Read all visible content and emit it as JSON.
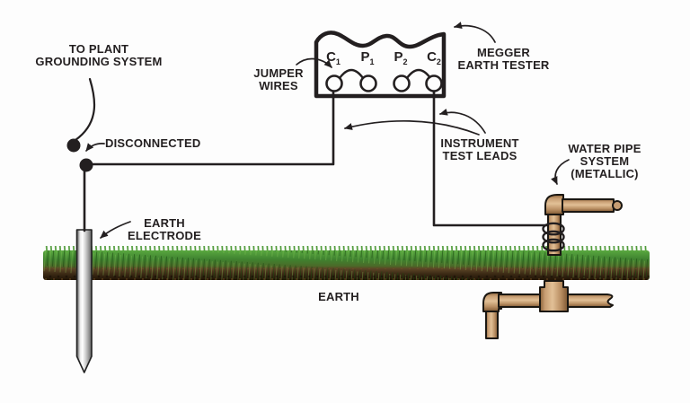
{
  "diagram": {
    "labels": {
      "plant_grounding": "TO PLANT\nGROUNDING SYSTEM",
      "disconnected": "DISCONNECTED",
      "jumper_wires": "JUMPER\nWIRES",
      "megger_tester": "MEGGER\nEARTH TESTER",
      "instrument_leads": "INSTRUMENT\nTEST LEADS",
      "water_pipe": "WATER PIPE\nSYSTEM\n(METALLIC)",
      "earth_electrode": "EARTH\nELECTRODE",
      "earth": "EARTH"
    },
    "terminals": [
      {
        "letter": "C",
        "sub": "1"
      },
      {
        "letter": "P",
        "sub": "1"
      },
      {
        "letter": "P",
        "sub": "2"
      },
      {
        "letter": "C",
        "sub": "2"
      }
    ],
    "colors": {
      "ink": "#231f20",
      "background": "#fdfdfd",
      "pipe_light": "#e2c096",
      "pipe_mid": "#c79d72",
      "pipe_dark": "#7d5631",
      "rod_light": "#ffffff",
      "rod_dark": "#4a4a4a",
      "grass_green": "#4e9a38",
      "soil_brown": "#3a2914"
    }
  }
}
